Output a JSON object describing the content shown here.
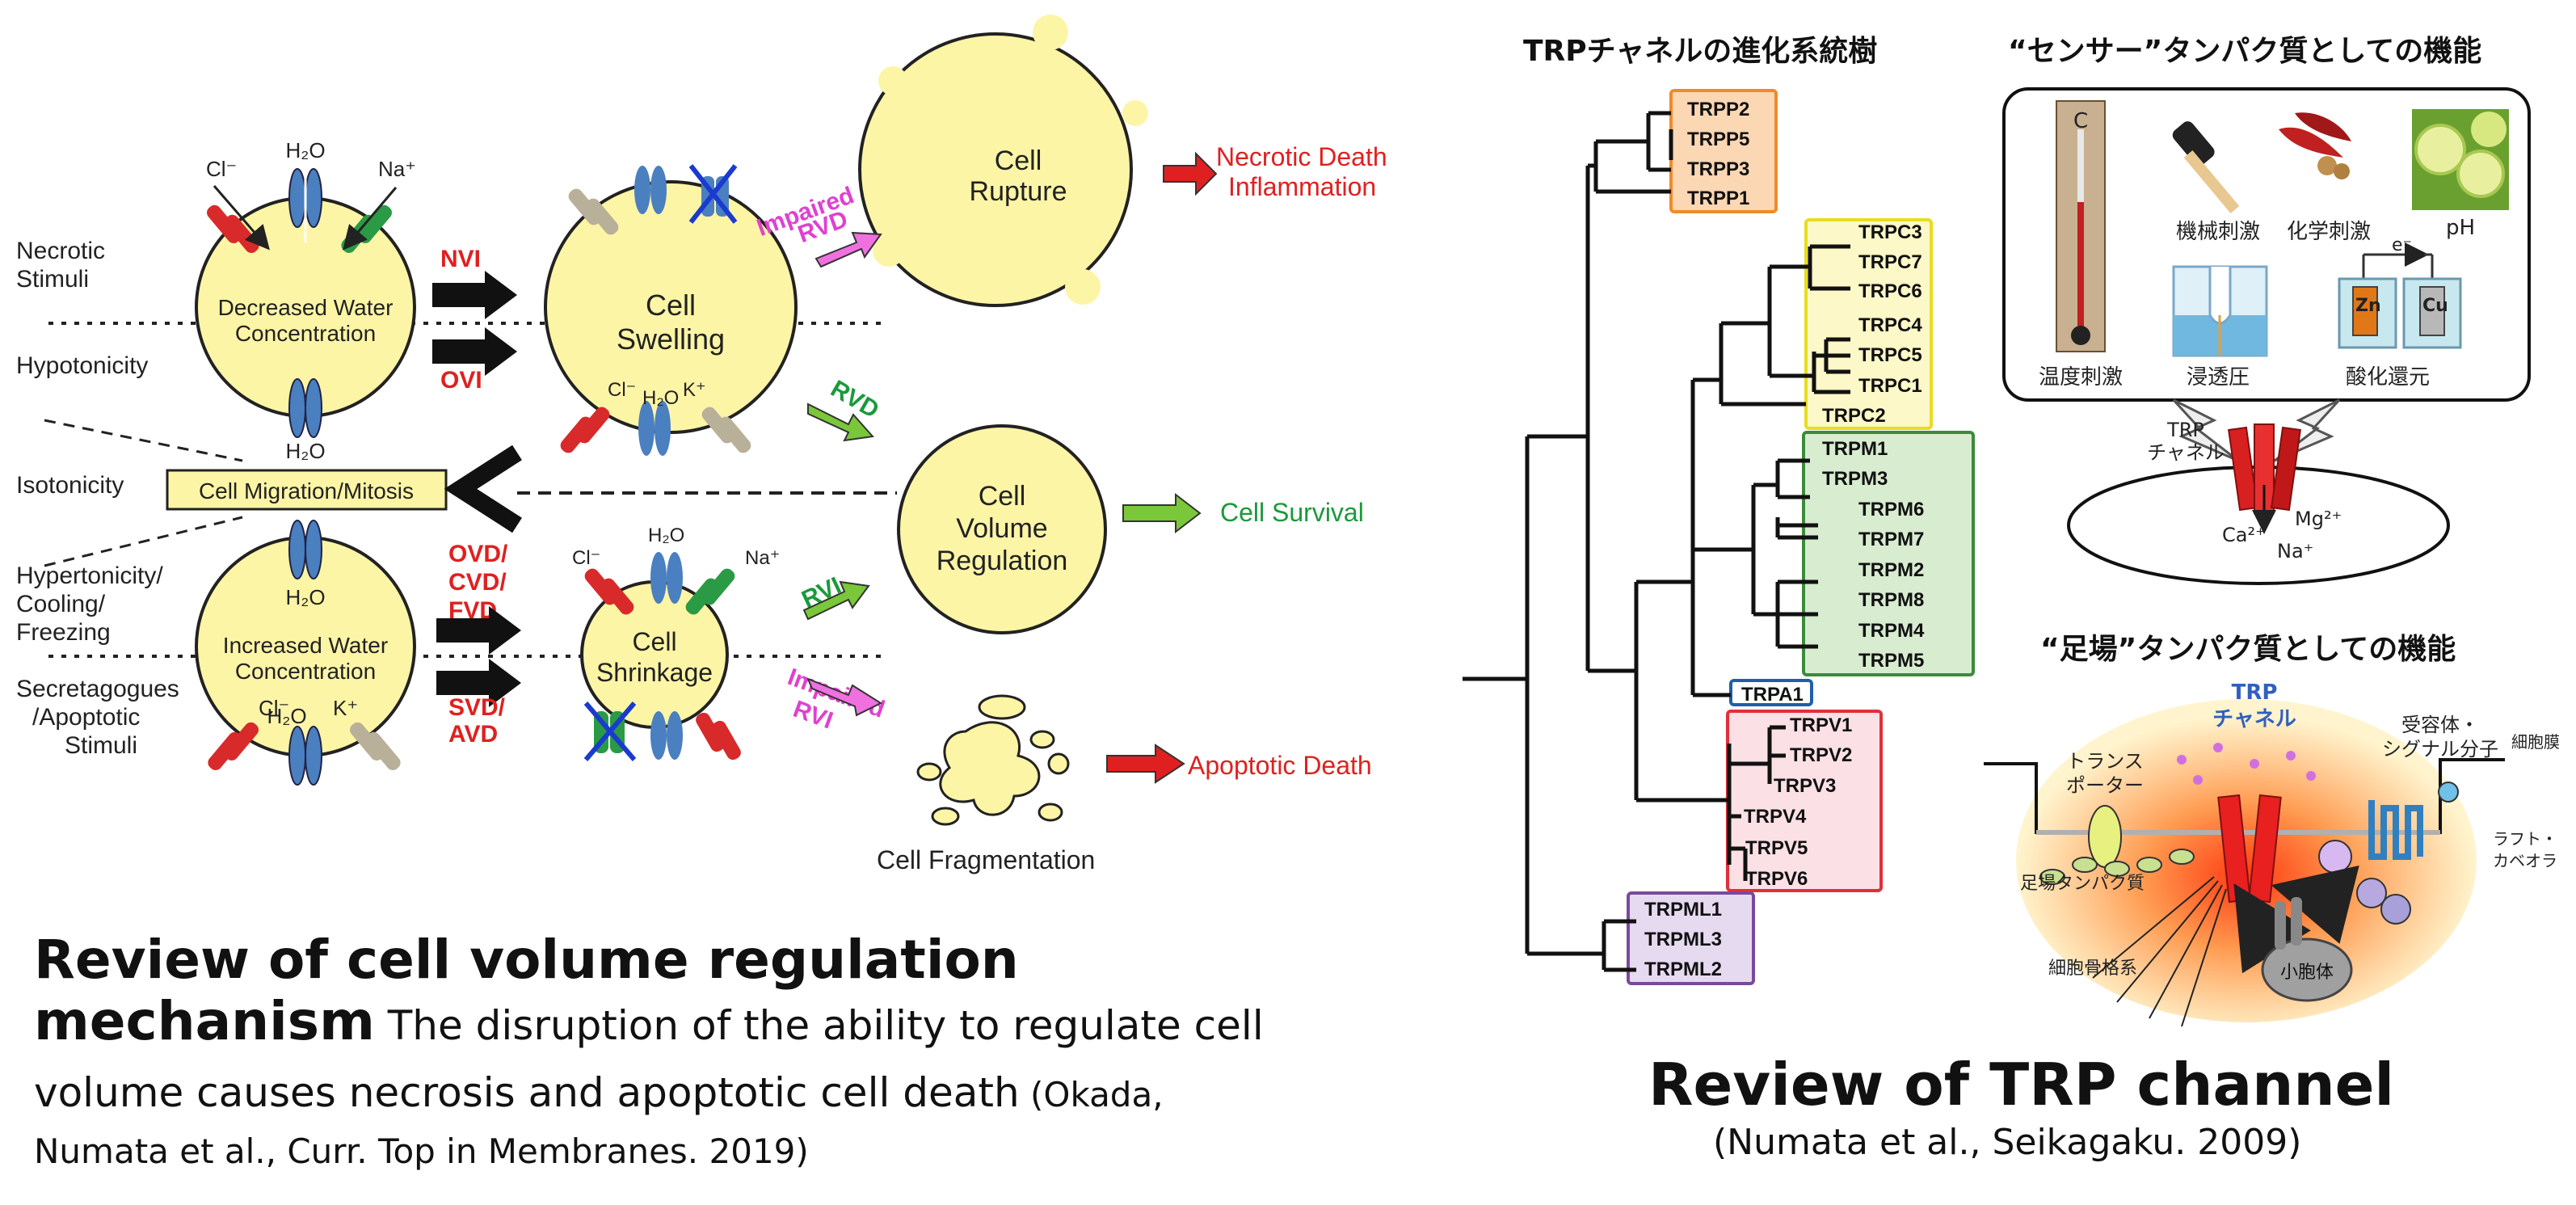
{
  "left": {
    "stimuli": {
      "necrotic": [
        "Necrotic",
        "Stimuli"
      ],
      "hypotonicity": "Hypotonicity",
      "isotonicity": "Isotonicity",
      "hypertonicity": [
        "Hypertonicity/",
        "Cooling/",
        "Freezing"
      ],
      "secretagogues": [
        "Secretagogues",
        "/Apoptotic",
        "Stimuli"
      ]
    },
    "cells": {
      "decreased": [
        "Decreased Water",
        "Concentration"
      ],
      "increased": [
        "Increased Water",
        "Concentration"
      ],
      "swelling": [
        "Cell",
        "Swelling"
      ],
      "shrinkage": [
        "Cell",
        "Shrinkage"
      ],
      "rupture": [
        "Cell",
        "Rupture"
      ],
      "regulation": [
        "Cell",
        "Volume",
        "Regulation"
      ],
      "fragmentation": "Cell Fragmentation"
    },
    "ions": {
      "cl": "Cl⁻",
      "h2o": "H₂O",
      "na": "Na⁺",
      "k": "K⁺"
    },
    "migration_box": "Cell Migration/Mitosis",
    "arrow_labels": {
      "nvi": "NVI",
      "ovi": "OVI",
      "ovd": [
        "OVD/",
        "CVD/",
        "FVD"
      ],
      "svd": [
        "SVD/",
        "AVD"
      ],
      "impaired_rvd": [
        "Impaired",
        "RVD"
      ],
      "rvd": "RVD",
      "rvi": "RVI",
      "impaired_rvi": [
        "Impaired",
        "RVI"
      ]
    },
    "outcomes": {
      "necrotic": [
        "Necrotic Death",
        "Inflammation"
      ],
      "survival": "Cell Survival",
      "apoptotic": "Apoptotic Death"
    },
    "caption_title_1": "Review of cell volume regulation",
    "caption_title_2": "mechanism",
    "caption_text_1": " The disruption of the ability to regulate cell",
    "caption_text_2": "volume causes necrosis and apoptotic cell death",
    "caption_text_3": " (Okada,",
    "caption_text_4": "Numata et al., Curr. Top in Membranes. 2019)"
  },
  "right": {
    "tree_title": "TRPチャネルの進化系統樹",
    "sensor_title": "“センサー”タンパク質としての機能",
    "scaffold_title": "“足場”タンパク質としての機能",
    "families": {
      "trpp": [
        "TRPP2",
        "TRPP5",
        "TRPP3",
        "TRPP1"
      ],
      "trpc": [
        "TRPC3",
        "TRPC7",
        "TRPC6",
        "TRPC4",
        "TRPC5",
        "TRPC1",
        "TRPC2"
      ],
      "trpm": [
        "TRPM1",
        "TRPM3",
        "TRPM6",
        "TRPM7",
        "TRPM2",
        "TRPM8",
        "TRPM4",
        "TRPM5"
      ],
      "trpa": [
        "TRPA1"
      ],
      "trpv": [
        "TRPV1",
        "TRPV2",
        "TRPV3",
        "TRPV4",
        "TRPV5",
        "TRPV6"
      ],
      "trpml": [
        "TRPML1",
        "TRPML3",
        "TRPML2"
      ]
    },
    "sensor_items": {
      "mechanical": "機械刺激",
      "chemical": "化学刺激",
      "ph": "pH",
      "temperature": "温度刺激",
      "osmotic": "浸透圧",
      "redox": "酸化還元",
      "celsius": "C",
      "zn": "Zn",
      "cu": "Cu",
      "electron": "e⁻"
    },
    "channel_label": [
      "TRP",
      "チャネル"
    ],
    "ions": {
      "mg": "Mg²⁺",
      "ca": "Ca²⁺",
      "na": "Na⁺"
    },
    "scaffold_labels": {
      "trp_channel": [
        "TRP",
        "チャネル"
      ],
      "transporter": [
        "トランス",
        "ポーター"
      ],
      "receptor": [
        "受容体・",
        "シグナル分子"
      ],
      "membrane": "細胞膜",
      "raft": [
        "ラフト・",
        "カベオラ"
      ],
      "scaffold_protein": "足場タンパク質",
      "cytoskeleton": "細胞骨格系",
      "vesicle": "小胞体"
    },
    "caption_title": "Review of TRP channel",
    "caption_ref": "(Numata et al., Seikagaku. 2009)"
  },
  "colors": {
    "cell_fill": "#fdf5a6",
    "trpp": "#f39c3c",
    "trpc": "#eadc2a",
    "trpm": "#3d8a3d",
    "trpa": "#1f5fa8",
    "trpv": "#e0303a",
    "trpml": "#7a4a9a",
    "red_text": "#e02020",
    "green_text": "#1a9a3a",
    "magenta": "#e040d0"
  }
}
